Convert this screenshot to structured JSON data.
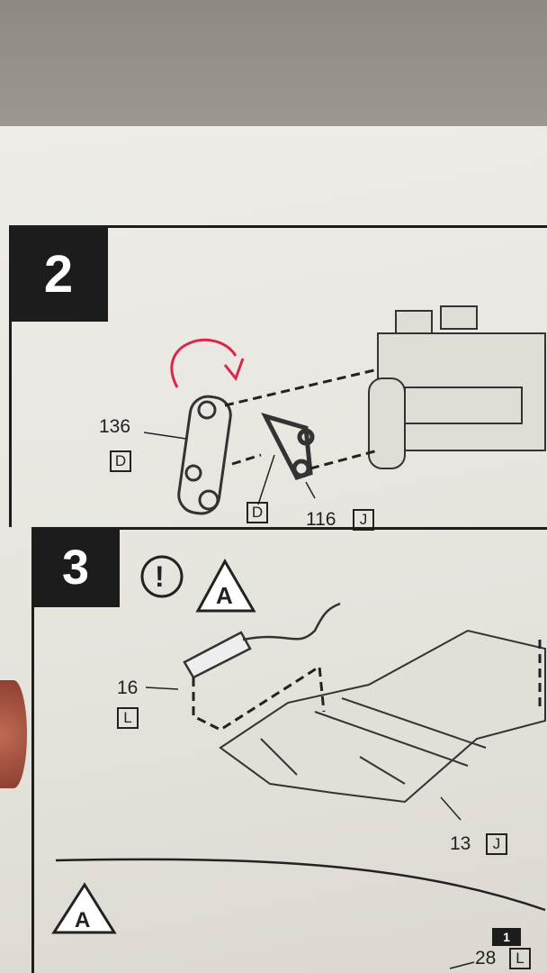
{
  "step2": {
    "number": "2",
    "parts": [
      {
        "num": "136",
        "sheet": "D"
      },
      {
        "num": "",
        "sheet": "D"
      },
      {
        "num": "116",
        "sheet": "J"
      }
    ]
  },
  "step3": {
    "number": "3",
    "warning": "!",
    "ref": "A",
    "parts": [
      {
        "num": "16",
        "sheet": "L"
      },
      {
        "num": "13",
        "sheet": "J"
      }
    ]
  },
  "detail": {
    "ref": "A",
    "badge": "1",
    "part": {
      "num": "28",
      "sheet": "L"
    }
  },
  "colors": {
    "ink": "#1c1c1c",
    "paper": "#e9e6e0",
    "annotation": "#d8284a"
  }
}
